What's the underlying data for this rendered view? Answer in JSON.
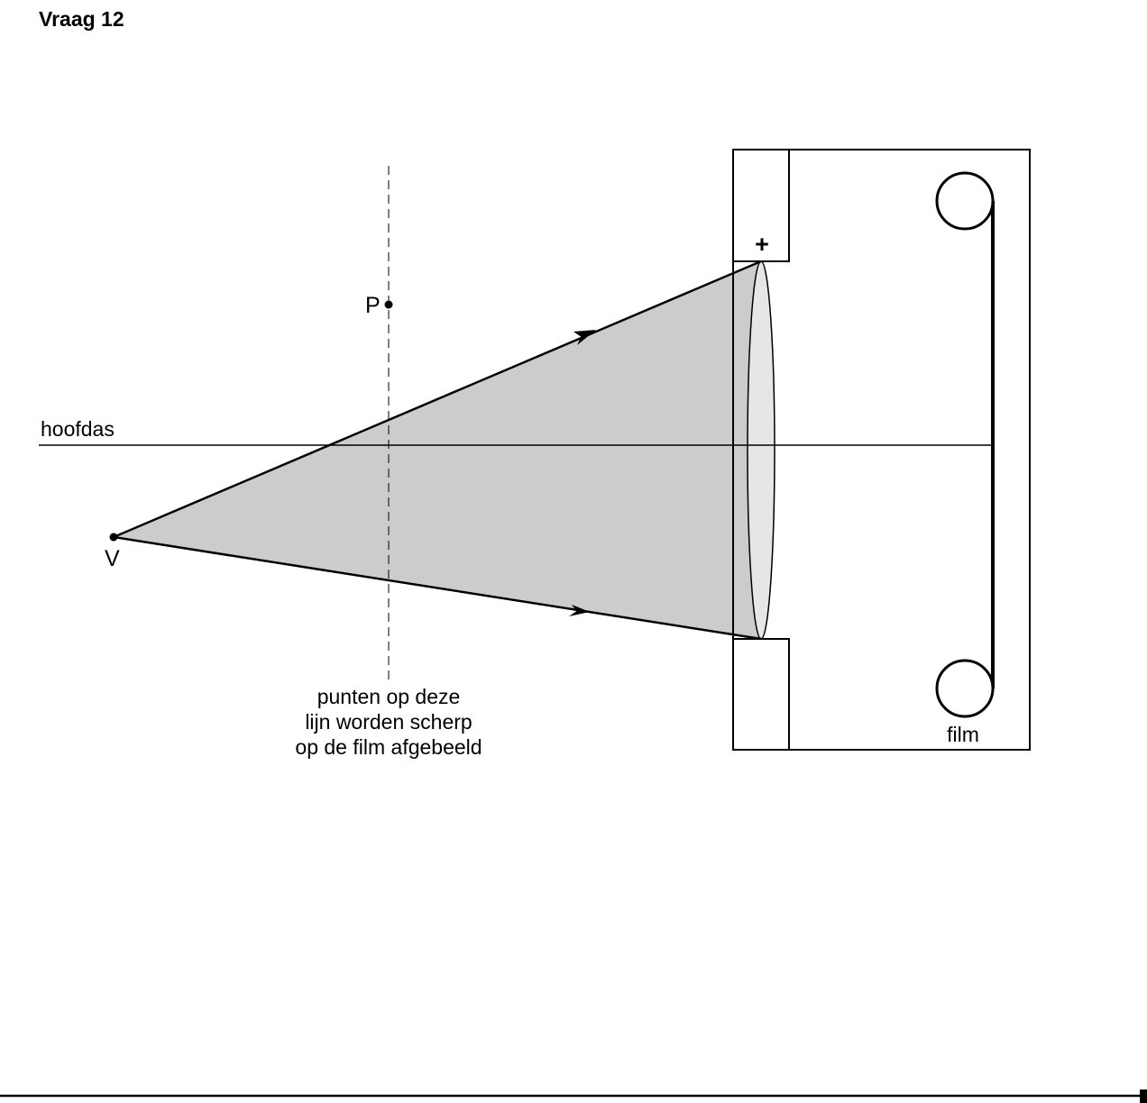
{
  "question_title": "Vraag 12",
  "labels": {
    "main_axis": "hoofdas",
    "point_p": "P",
    "point_v": "V",
    "lens_sign": "+",
    "film": "film",
    "caption_lines": [
      "punten op deze",
      "lijn worden scherp",
      "op de film afgebeeld"
    ]
  },
  "colors": {
    "ink": "#000000",
    "cone_fill": "#cccccc",
    "lens_fill": "#e6e6e6",
    "background": "#ffffff"
  }
}
